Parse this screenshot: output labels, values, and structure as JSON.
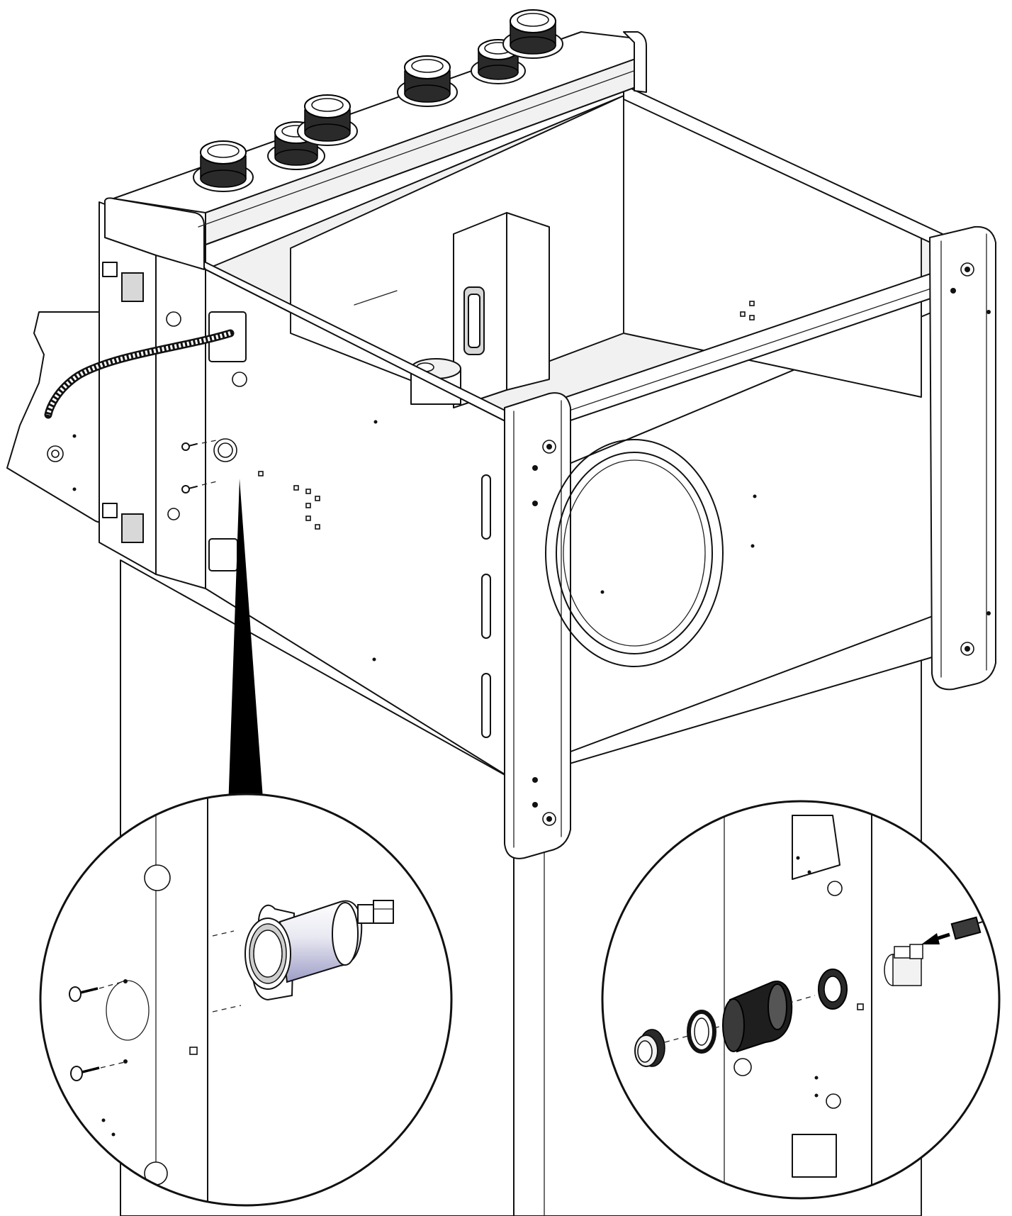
{
  "figure": {
    "views": [
      "main-assembly",
      "detail-left",
      "detail-right"
    ],
    "colors": {
      "line": "#111111",
      "background": "#ffffff",
      "shade": "#d8d8d8",
      "cylinder_tint": "#b7b7d6"
    },
    "icons": [
      "insertion-arrow-icon",
      "screw-icon",
      "knob-icon",
      "callout-pointer-icon"
    ]
  }
}
